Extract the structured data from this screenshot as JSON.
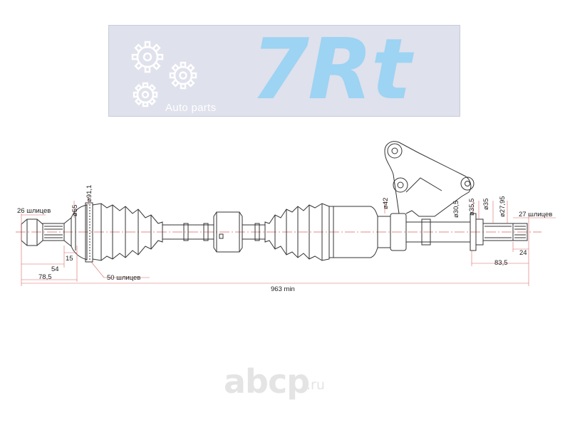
{
  "banner": {
    "brand": "7Rt",
    "tagline": "Auto parts",
    "background": "#dfe1ec",
    "brand_color": "#9dd3f3",
    "icon": "gears-icon"
  },
  "dimensions": {
    "left_splines": "26 шлицев",
    "outer_diameter": "ø91,1",
    "boot_diameter": "ø55",
    "shaft_diameter": "ø42",
    "d_30_5": "ø30,5",
    "d_35_5": "ø35,5",
    "d_35": "ø35",
    "d_27_95": "ø27,95",
    "right_splines": "27 шлицев",
    "len_15": "15",
    "len_54": "54",
    "len_78_5": "78,5",
    "abs_ring_splines": "50 шлицев",
    "total_length": "963 min",
    "len_24": "24",
    "len_83_5": "83,5"
  },
  "watermark": {
    "text": "abcp",
    "tld": ".ru",
    "color": "#e4e4e4"
  }
}
